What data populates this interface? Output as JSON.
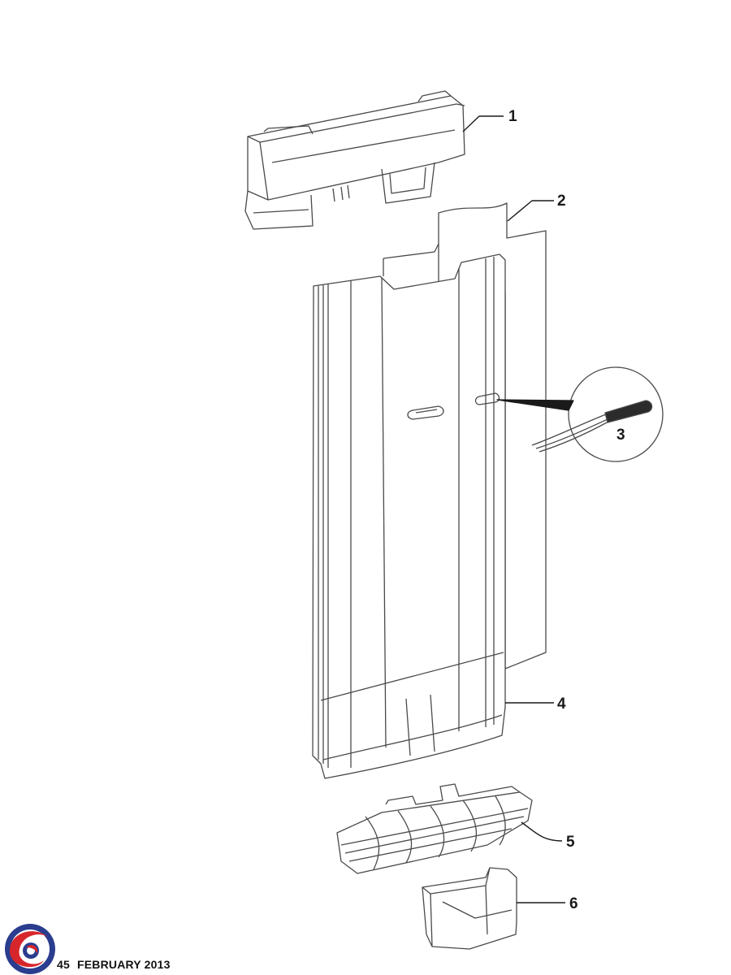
{
  "callouts": [
    "1",
    "2",
    "3",
    "4",
    "5",
    "6"
  ],
  "footer": {
    "page_number": "45",
    "date": "FEBRUARY 2013"
  },
  "colors": {
    "line": "#4a4a4a",
    "background": "#ffffff",
    "logo_red": "#d7262b",
    "logo_blue": "#2a3d8f"
  }
}
